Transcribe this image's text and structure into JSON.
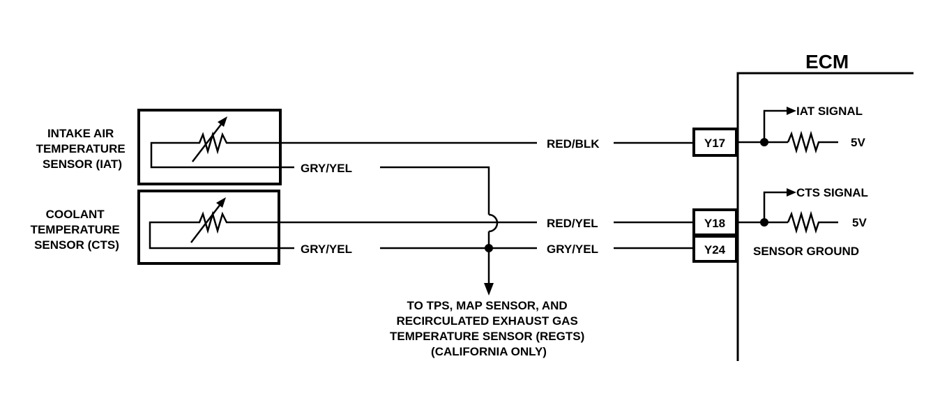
{
  "ecm": {
    "title": "ECM",
    "iat_signal": "IAT SIGNAL",
    "cts_signal": "CTS SIGNAL",
    "iat_voltage": "5V",
    "cts_voltage": "5V",
    "sensor_ground": "SENSOR GROUND"
  },
  "pins": {
    "y17": "Y17",
    "y18": "Y18",
    "y24": "Y24"
  },
  "sensors": {
    "iat": [
      "INTAKE AIR",
      "TEMPERATURE",
      "SENSOR (IAT)"
    ],
    "cts": [
      "COOLANT",
      "TEMPERATURE",
      "SENSOR (CTS)"
    ]
  },
  "wires": {
    "iat_signal_wire": "RED/BLK",
    "iat_ground_wire": "GRY/YEL",
    "cts_signal_wire": "RED/YEL",
    "cts_ground_left": "GRY/YEL",
    "cts_ground_right": "GRY/YEL"
  },
  "note": [
    "TO TPS, MAP SENSOR, AND",
    "RECIRCULATED EXHAUST GAS",
    "TEMPERATURE SENSOR (REGTS)",
    "(CALIFORNIA ONLY)"
  ]
}
